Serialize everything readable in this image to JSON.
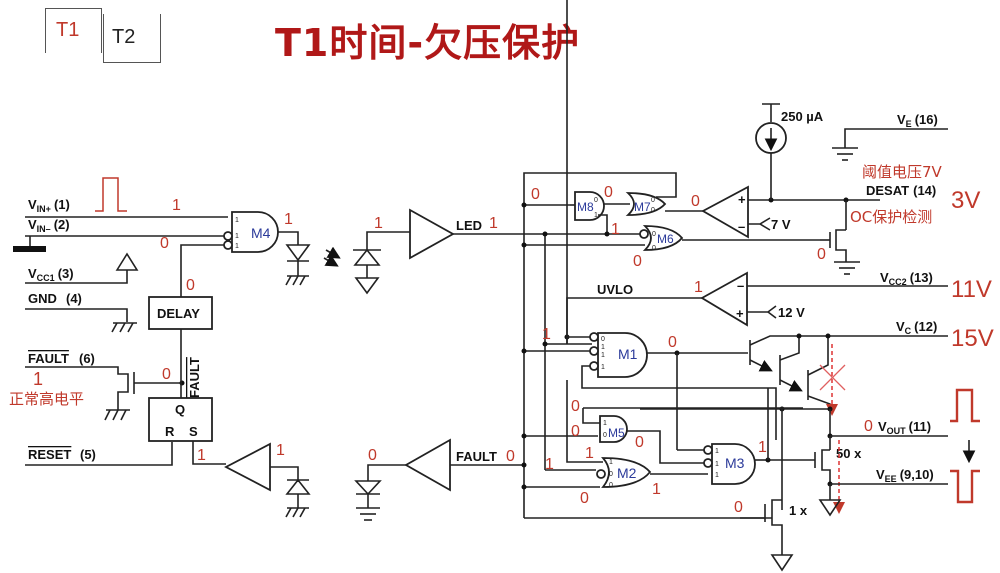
{
  "tabs": [
    {
      "label": "T1",
      "active": true
    },
    {
      "label": "T2",
      "active": false
    }
  ],
  "title": "T1时间-欠压保护",
  "colors": {
    "accent": "#b01818",
    "state": "#c0392b",
    "gate_label": "#2b3a9a",
    "wire": "#222222"
  },
  "pins": {
    "vin_plus": {
      "name": "V",
      "sub": "IN+",
      "num": "(1)"
    },
    "vin_minus": {
      "name": "V",
      "sub": "IN–",
      "num": "(2)"
    },
    "vcc1": {
      "name": "V",
      "sub": "CC1",
      "num": "(3)"
    },
    "gnd": {
      "name": "GND",
      "num": "(4)"
    },
    "fault": {
      "name": "FAULT",
      "num": "(6)"
    },
    "reset": {
      "name": "RESET",
      "num": "(5)"
    },
    "ve": {
      "name": "V",
      "sub": "E",
      "num": "(16)"
    },
    "desat": {
      "name": "DESAT",
      "num": "(14)"
    },
    "vcc2": {
      "name": "V",
      "sub": "CC2",
      "num": "(13)"
    },
    "vc": {
      "name": "V",
      "sub": "C",
      "num": "(12)"
    },
    "vout": {
      "name": "V",
      "sub": "OUT",
      "num": "(11)"
    },
    "vee": {
      "name": "V",
      "sub": "EE",
      "num": "(9,10)"
    }
  },
  "blocks": {
    "delay": "DELAY",
    "latch_q": "Q",
    "latch_r": "R",
    "latch_s": "S",
    "fault_vertical": "FAULT",
    "led": "LED",
    "fault_net": "FAULT",
    "uvlo": "UVLO",
    "current_source": "250 µA",
    "ref_7v": "7 V",
    "ref_12v": "12 V",
    "mos_50x": "50 x",
    "mos_1x": "1 x"
  },
  "gates": [
    "M4",
    "M8",
    "M7",
    "M6",
    "M1",
    "M5",
    "M2",
    "M3"
  ],
  "states": {
    "vin_plus": "1",
    "vin_minus": "0",
    "delay_out": "0",
    "m4_out": "1",
    "led_in": "1",
    "led_out": "1",
    "fault_pin": "1",
    "fault_gate": "0",
    "latch_s": "1",
    "fault_buf_in": "1",
    "fault_led": "0",
    "fault_net": "0",
    "m8_in": "0",
    "m8_out": "0",
    "m8_in2": "1",
    "m7_out": "0",
    "m6_out": "0",
    "desat_mos": "0",
    "uvlo_out": "1",
    "m1_in": "1",
    "m1_out": "0",
    "m5_in1": "0",
    "m5_in2": "0",
    "m5_out": "0",
    "m2_in1": "1",
    "m2_in2": "1",
    "m2_in3": "0",
    "m2_out": "1",
    "m3_out": "1",
    "mos_1x_gate": "0",
    "vout": "0"
  },
  "annotations": {
    "fault_normal": "正常高电平",
    "threshold": "阈值电压7V",
    "oc_detect": "OC保护检测",
    "desat_voltage": "3V",
    "vcc2_voltage": "11V",
    "vc_voltage": "15V"
  }
}
